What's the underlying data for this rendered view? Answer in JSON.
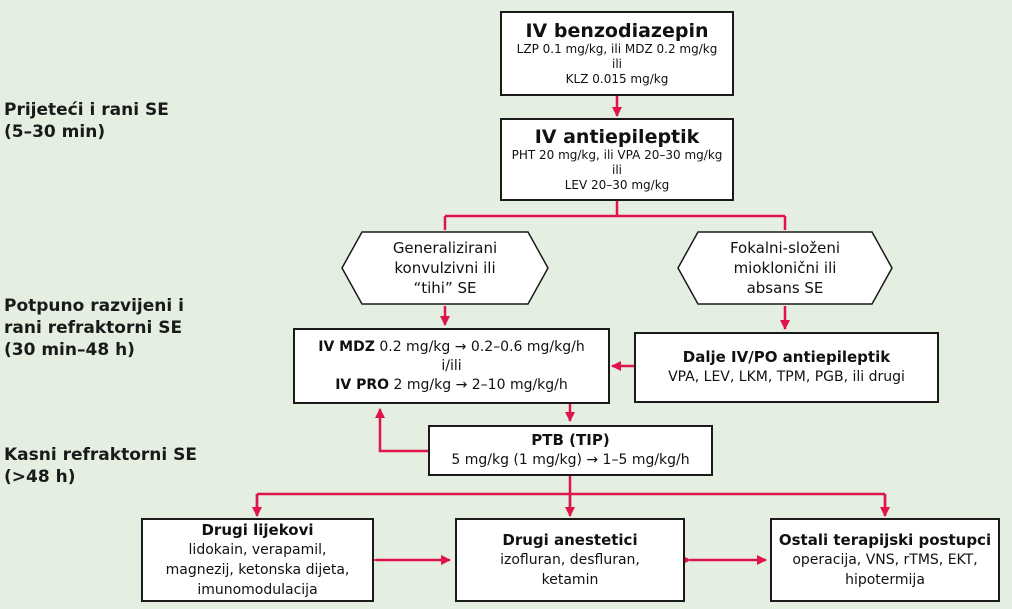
{
  "stages": {
    "early": [
      "Prijeteći i rani SE",
      "(5–30 min)"
    ],
    "established": [
      "Potpuno razvijeni i",
      "rani refraktorni SE",
      "(30 min–48 h)"
    ],
    "late": [
      "Kasni refraktorni SE",
      "(>48 h)"
    ]
  },
  "boxes": {
    "benzo": {
      "title": "IV benzodiazepin",
      "lines": [
        "LZP 0.1 mg/kg, ili MDZ 0.2 mg/kg",
        "ili",
        "KLZ 0.015 mg/kg"
      ]
    },
    "antiepi": {
      "title": "IV antiepileptik",
      "lines": [
        "PHT 20 mg/kg, ili VPA 20–30 mg/kg",
        "ili",
        "LEV 20–30 mg/kg"
      ]
    },
    "mdz_pro": {
      "mdz_label": "IV MDZ",
      "mdz_dose": " 0.2 mg/kg → 0.2–0.6 mg/kg/h",
      "andor": "i/ili",
      "pro_label": "IV PRO",
      "pro_dose": " 2 mg/kg → 2–10 mg/kg/h"
    },
    "dalje": {
      "title": "Dalje IV/PO antiepileptik",
      "lines": [
        "VPA, LEV, LKM, TPM, PGB, ili drugi"
      ]
    },
    "ptb": {
      "title": "PTB (TIP)",
      "lines": [
        "5 mg/kg (1 mg/kg) → 1–5 mg/kg/h"
      ]
    },
    "drugi_lijekovi": {
      "title": "Drugi lijekovi",
      "lines": [
        "lidokain, verapamil,",
        "magnezij, ketonska dijeta,",
        "imunomodulacija"
      ]
    },
    "drugi_anestetici": {
      "title": "Drugi anestetici",
      "lines": [
        "izofluran, desfluran,",
        "ketamin"
      ]
    },
    "ostali": {
      "title": "Ostali terapijski postupci",
      "lines": [
        "operacija, VNS, rTMS, EKT,",
        "hipotermija"
      ]
    }
  },
  "hexes": {
    "generalized": [
      "Generalizirani",
      "konvulzivni ili",
      "“tihi” SE"
    ],
    "focal": [
      "Fokalni-složeni",
      "mioklonični ili",
      "absans SE"
    ]
  },
  "colors": {
    "background": "#e4efe2",
    "connector": "#e0134a",
    "border": "#1a1a1a"
  }
}
